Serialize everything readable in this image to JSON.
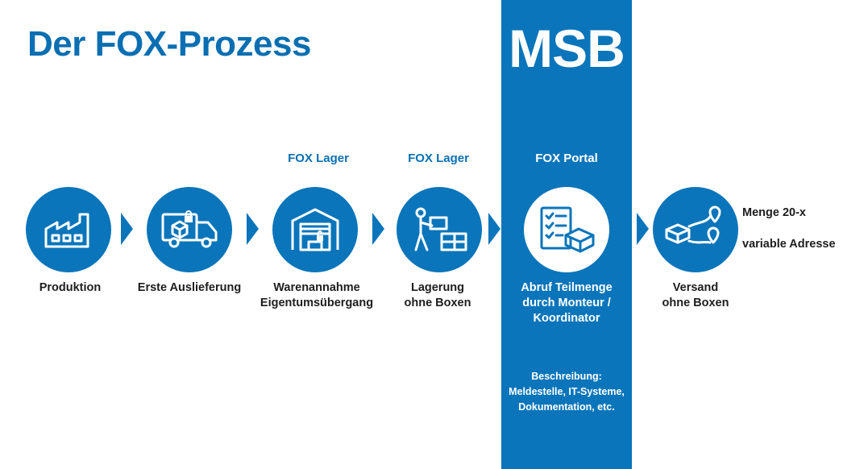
{
  "title": "Der FOX-Prozess",
  "band": {
    "title": "MSB",
    "description": "Beschreibung:\nMeldestelle, IT-Systeme,\nDokumentation, etc."
  },
  "steps": [
    {
      "header": "",
      "label": "Produktion",
      "icon": "factory-icon"
    },
    {
      "header": "",
      "label": "Erste Auslieferung",
      "icon": "delivery-truck-icon"
    },
    {
      "header": "FOX Lager",
      "label": "Warenannahme\nEigentumsübergang",
      "icon": "warehouse-icon"
    },
    {
      "header": "FOX Lager",
      "label": "Lagerung\nohne Boxen",
      "icon": "worker-boxes-icon"
    },
    {
      "header": "FOX Portal",
      "label": "Abruf Teilmenge\ndurch Monteur /\nKoordinator",
      "icon": "checklist-package-icon"
    },
    {
      "header": "",
      "label": "Versand\nohne Boxen",
      "icon": "shipping-route-icon"
    }
  ],
  "side_notes": [
    "Menge 20-x",
    "variable Adresse"
  ],
  "colors": {
    "primary": "#0a75ba",
    "title": "#0a6fb2",
    "text": "#1d1d1d",
    "background": "#ffffff"
  }
}
